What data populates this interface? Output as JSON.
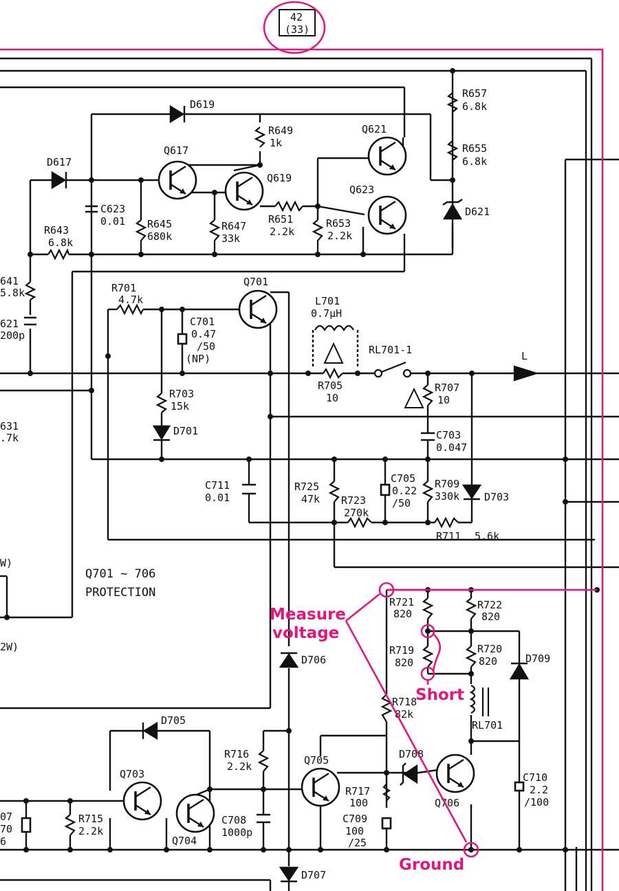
{
  "colors": {
    "ink": "#111111",
    "annotation": "#e0177e",
    "paper": "#ffffff"
  },
  "page_ref": {
    "top": "42",
    "bottom": "(33)"
  },
  "diagram_title": {
    "line1": "Q701 ∼ 706",
    "line2": "PROTECTION"
  },
  "annotations": {
    "measure": "Measure",
    "voltage": "voltage",
    "short": "Short",
    "ground": "Ground"
  },
  "signal_label": "L",
  "labels": {
    "D619": "D619",
    "D617": "D617",
    "D621": "D621",
    "R657": "R657",
    "R657v": "6.8k",
    "R655": "R655",
    "R655v": "6.8k",
    "R649": "R649",
    "R649v": "1k",
    "Q621": "Q621",
    "Q623": "Q623",
    "Q617": "Q617",
    "Q619": "Q619",
    "C623": "C623",
    "C623v": "0.01",
    "R645": "R645",
    "R645v": "680k",
    "R647": "R647",
    "R647v": "33k",
    "R651": "R651",
    "R651v": "2.2k",
    "R653": "R653",
    "R653v": "2.2k",
    "R643": "R643",
    "R643v": "6.8k",
    "R641": "641",
    "R641v": "5.8k",
    "C621": "621",
    "C621v": "200p",
    "R701": "R701",
    "R701v": "4.7k",
    "Q701": "Q701",
    "C701": "C701",
    "C701v1": "0.47",
    "C701v2": "/50",
    "C701v3": "(NP)",
    "L701": "L701",
    "L701v": "0.7μH",
    "RL7011": "RL701-1",
    "R705": "R705",
    "R705v": "10",
    "R707": "R707",
    "R707v": "10",
    "R703": "R703",
    "R703v": "15k",
    "D701": "D701",
    "R631": "631",
    "R631v": ".7k",
    "C703": "C703",
    "C703v": "0.047",
    "C711": "C711",
    "C711v": "0.01",
    "R725": "R725",
    "R725v": "47k",
    "R723": "R723",
    "R723v": "270k",
    "C705": "C705",
    "C705v1": "0.22",
    "C705v2": "/50",
    "R709": "R709",
    "R709v": "330k",
    "D703": "D703",
    "R711": "R711",
    "R711v": "5.6k",
    "W1": "W)",
    "W2": "2W)",
    "R721": "R721",
    "R721v": "820",
    "R722": "R722",
    "R722v": "820",
    "R719": "R719",
    "R719v": "820",
    "R720": "R720",
    "R720v": "820",
    "D706": "D706",
    "D709": "D709",
    "R718": "R718",
    "R718v": "82k",
    "RL701": "RL701",
    "D705": "D705",
    "D708": "D708",
    "R716": "R716",
    "R716v": "2.2k",
    "Q705": "Q705",
    "Q703": "Q703",
    "Q704": "Q704",
    "R715": "R715",
    "R715v": "2.2k",
    "R717": "R717",
    "R717v": "100",
    "C709": "C709",
    "C709v1": "100",
    "C709v2": "/25",
    "C708": "C708",
    "C708v": "1000p",
    "Q706": "Q706",
    "C710": "C710",
    "C710v1": "2.2",
    "C710v2": "/100",
    "D707": "D707",
    "C707": "07",
    "C707v1": "70",
    "C707v2": "6"
  }
}
